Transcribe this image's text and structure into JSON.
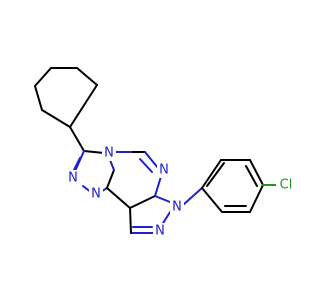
{
  "colors": {
    "carbon_bond": "#000000",
    "nitrogen": "#1f1fcc",
    "chlorine": "#1f9a1f",
    "background": "#ffffff"
  },
  "atoms": {
    "n_triazole_top": "N",
    "n_triazole_left": "N",
    "n_triazole_bottom": "N",
    "n_pyrimidine_right": "N",
    "n_pyrazole_aryl": "N",
    "n_pyrazole_bottom": "N",
    "cl": "Cl"
  }
}
